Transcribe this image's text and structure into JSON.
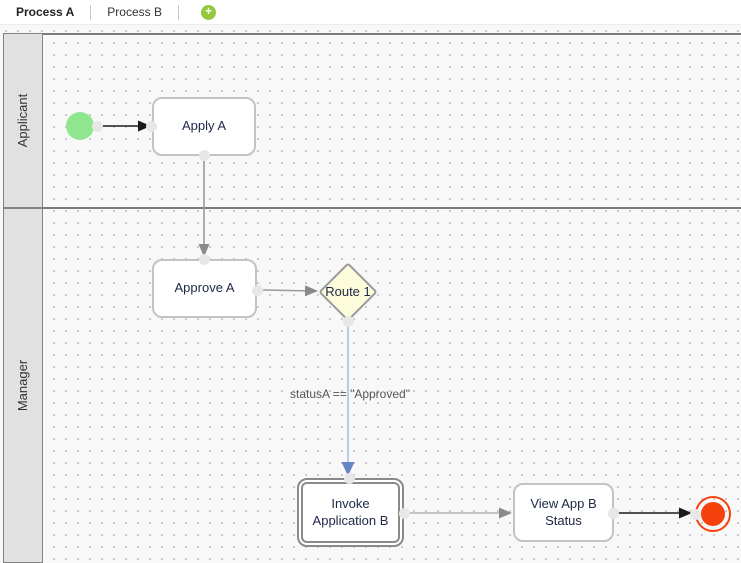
{
  "tab_bar": {
    "tabs": [
      {
        "label": "Process A",
        "active": true
      },
      {
        "label": "Process B",
        "active": false
      }
    ],
    "add_button_label": "+"
  },
  "lanes": [
    {
      "label": "Applicant"
    },
    {
      "label": "Manager"
    }
  ],
  "diagram": {
    "nodes": [
      {
        "id": "start",
        "type": "start-event",
        "lane": "Applicant",
        "color": "#8fe68f"
      },
      {
        "id": "apply_a",
        "type": "task",
        "lane": "Applicant",
        "label": "Apply A"
      },
      {
        "id": "approve_a",
        "type": "task",
        "lane": "Manager",
        "label": "Approve A"
      },
      {
        "id": "route_1",
        "type": "gateway",
        "lane": "Manager",
        "label": "Route 1",
        "color": "#fcfcda"
      },
      {
        "id": "invoke_app_b",
        "type": "subprocess",
        "lane": "Manager",
        "label": "Invoke Application B"
      },
      {
        "id": "view_app_b",
        "type": "task",
        "lane": "Manager",
        "label": "View App B Status"
      },
      {
        "id": "end",
        "type": "end-event",
        "lane": "Manager",
        "color": "#f5420d"
      }
    ],
    "edges": [
      {
        "from": "start",
        "to": "apply_a",
        "color": "#1a1a1a"
      },
      {
        "from": "apply_a",
        "to": "approve_a",
        "color": "#9a9a9a"
      },
      {
        "from": "approve_a",
        "to": "route_1",
        "color": "#9a9a9a"
      },
      {
        "from": "route_1",
        "to": "invoke_app_b",
        "color": "#a9c0e6",
        "label": "statusA == \"Approved\""
      },
      {
        "from": "invoke_app_b",
        "to": "view_app_b",
        "color": "#9a9a9a"
      },
      {
        "from": "view_app_b",
        "to": "end",
        "color": "#1a1a1a"
      }
    ]
  },
  "colors": {
    "start_event": "#8fe68f",
    "end_event": "#f5420d",
    "gateway_fill": "#fcfcda",
    "add_button": "#93c93c",
    "condition_flow": "#6484c4"
  }
}
